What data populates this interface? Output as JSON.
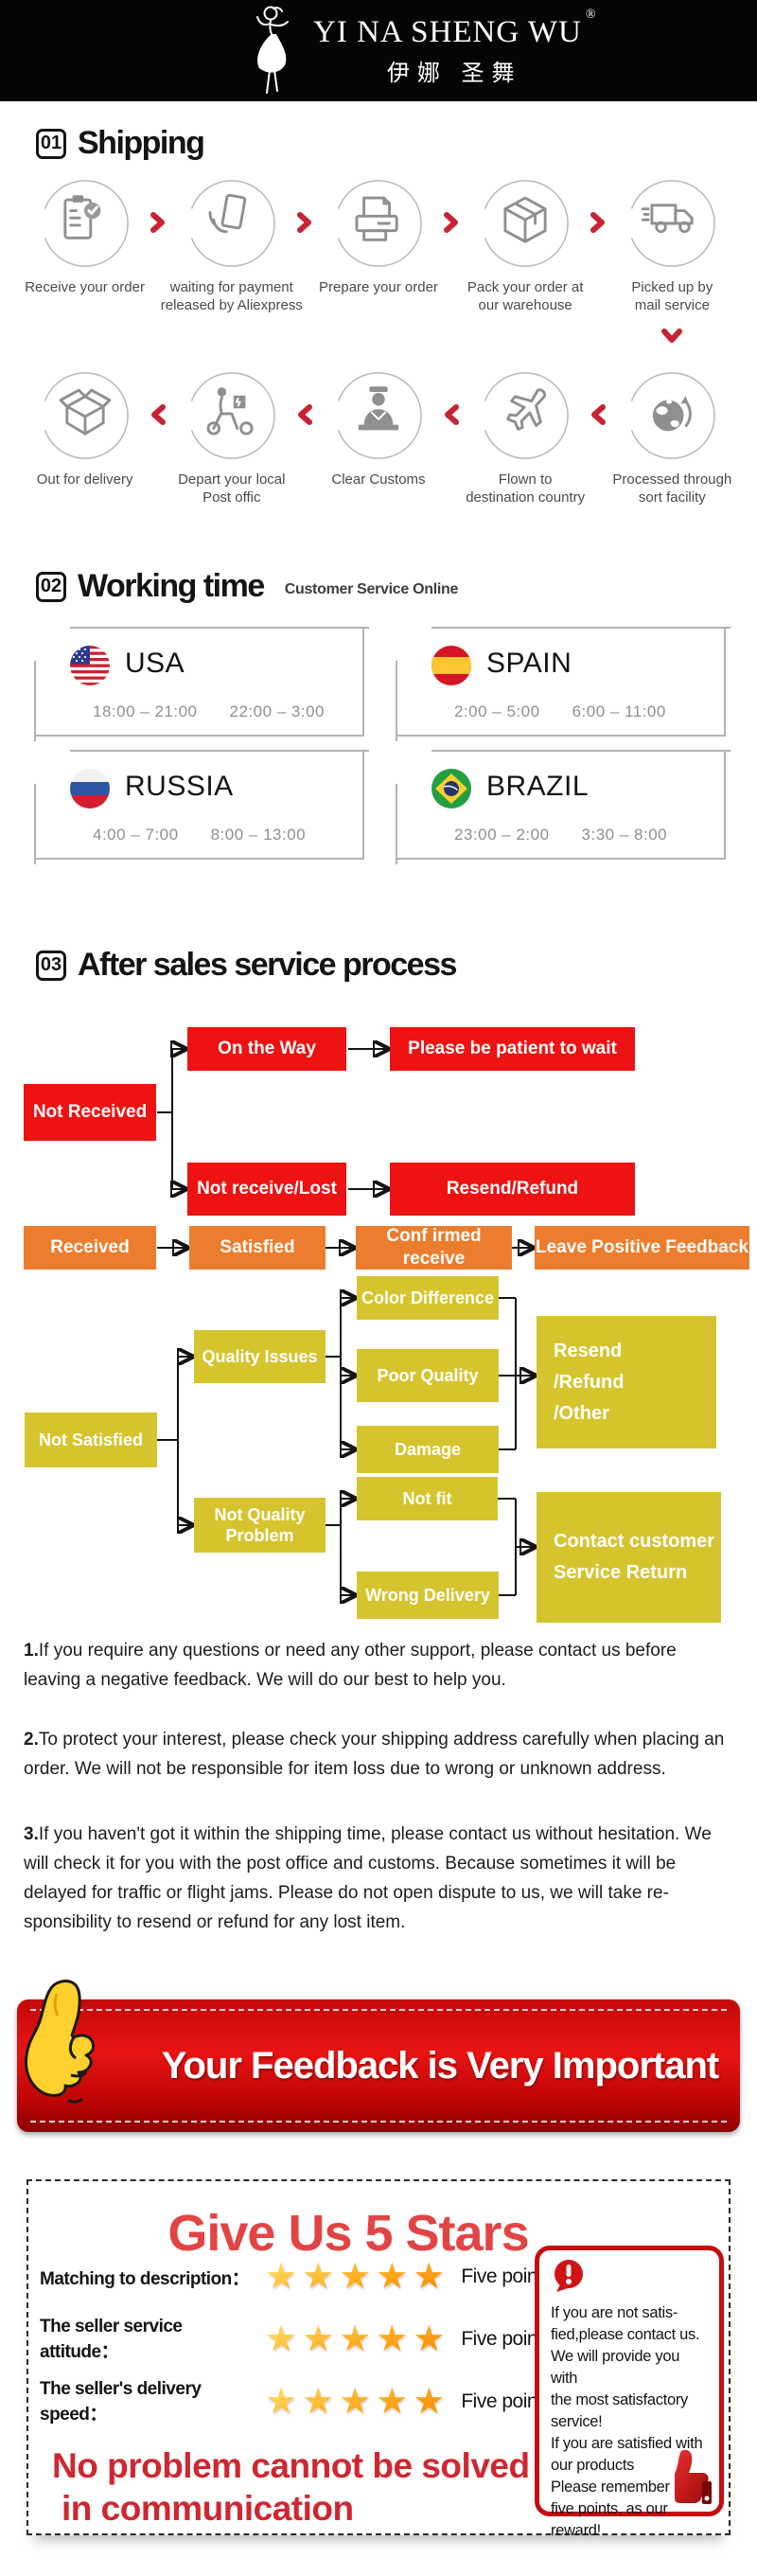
{
  "header": {
    "brand": "YI NA SHENG WU",
    "reg_mark": "®",
    "brand_cn": "伊娜 圣舞"
  },
  "shipping": {
    "num": "01",
    "title": "Shipping",
    "steps_row1": [
      {
        "icon": "order-clipboard-icon",
        "label": "Receive your order"
      },
      {
        "icon": "payment-card-icon",
        "label": "waiting for payment\nreleased by Aliexpress"
      },
      {
        "icon": "printer-icon",
        "label": "Prepare your order"
      },
      {
        "icon": "package-box-icon",
        "label": "Pack your order at\nour warehouse"
      },
      {
        "icon": "delivery-truck-icon",
        "label": "Picked up by\nmail service"
      }
    ],
    "steps_row2": [
      {
        "icon": "open-box-icon",
        "label": "Out  for delivery"
      },
      {
        "icon": "courier-scooter-icon",
        "label": "Depart your local\nPost offic"
      },
      {
        "icon": "customs-officer-icon",
        "label": "Clear Customs"
      },
      {
        "icon": "airplane-icon",
        "label": "Flown to\ndestination country"
      },
      {
        "icon": "globe-icon",
        "label": "Processed through\nsort facility"
      }
    ]
  },
  "working_time": {
    "num": "02",
    "title": "Working time",
    "subtitle": "Customer Service Online",
    "countries": [
      {
        "name": "USA",
        "flag": "usa-flag",
        "time1": "18:00 – 21:00",
        "time2": "22:00 – 3:00"
      },
      {
        "name": "SPAIN",
        "flag": "spain-flag",
        "time1": "2:00 – 5:00",
        "time2": "6:00 – 11:00"
      },
      {
        "name": "RUSSIA",
        "flag": "russia-flag",
        "time1": "4:00 – 7:00",
        "time2": "8:00 – 13:00"
      },
      {
        "name": "BRAZIL",
        "flag": "brazil-flag",
        "time1": "23:00 – 2:00",
        "time2": "3:30 – 8:00"
      }
    ]
  },
  "after_sales": {
    "num": "03",
    "title": "After sales service process",
    "flow": {
      "not_received": "Not Received",
      "on_the_way": "On the Way",
      "please_wait": "Please be patient to wait",
      "not_receive_lost": "Not receive/Lost",
      "resend_refund": "Resend/Refund",
      "received": "Received",
      "satisfied": "Satisfied",
      "confirmed_receive": "Conf irmed receive",
      "leave_feedback": "Leave Positive Feedback",
      "not_satisfied": "Not Satisfied",
      "quality_issues": "Quality Issues",
      "color_difference": "Color Difference",
      "poor_quality": "Poor Quality",
      "damage": "Damage",
      "resend_refund_other": "Resend\n/Refund\n/Other",
      "not_quality_problem": "Not Quality\nProblem",
      "not_fit": "Not fit",
      "wrong_delivery": "Wrong Delivery",
      "contact_customer": "Contact customer\nService Return"
    }
  },
  "notes": [
    {
      "num": "1.",
      "text": "If you require any questions or need any other support, please contact us before leaving a negative feedback. We will do our best to help you."
    },
    {
      "num": "2.",
      "text": "To protect your interest, please check your shipping address carefully when placing an order. We will not be responsible for item loss due to wrong or unknown address."
    },
    {
      "num": "3.",
      "text": "If you haven't got it within the shipping time, please contact us without hesitation. We will check it for you with the post office and customs. Because sometimes it will be delayed for traffic or flight jams. Please do not open dispute to us, we will take re-sponsibility to resend or refund for any lost item."
    }
  ],
  "banner": {
    "text": "Your Feedback is Very Important"
  },
  "feedback": {
    "heading": "Give Us 5 Stars",
    "rows": [
      {
        "label": "Matching to description：",
        "stars": "★★★★★",
        "points": "Five points"
      },
      {
        "label": "The seller service attitude：",
        "stars": "★★★★★",
        "points": "Five points"
      },
      {
        "label": "The seller's delivery speed：",
        "stars": "★★★★★",
        "points": "Five points"
      }
    ],
    "note_lines": "If you are not satis-\nfied,please contact us.\nWe will provide you with\nthe most satisfactory\nservice!\nIf you are satisfied with\nour products\nPlease remember Hit\nfive points, as our\nreward!",
    "closing_line1": "No problem cannot be solved",
    "closing_line2": "in communication"
  },
  "colors": {
    "flow_red": "#ee1212",
    "flow_orange": "#ed7d2e",
    "flow_yellow": "#d6c42e",
    "accent_red": "#c82333",
    "banner_red": "#c40808",
    "heading_red": "#e24444",
    "closing_red": "#cf2730",
    "star_orange": "#ffaa1e",
    "header_bg": "#050505"
  }
}
